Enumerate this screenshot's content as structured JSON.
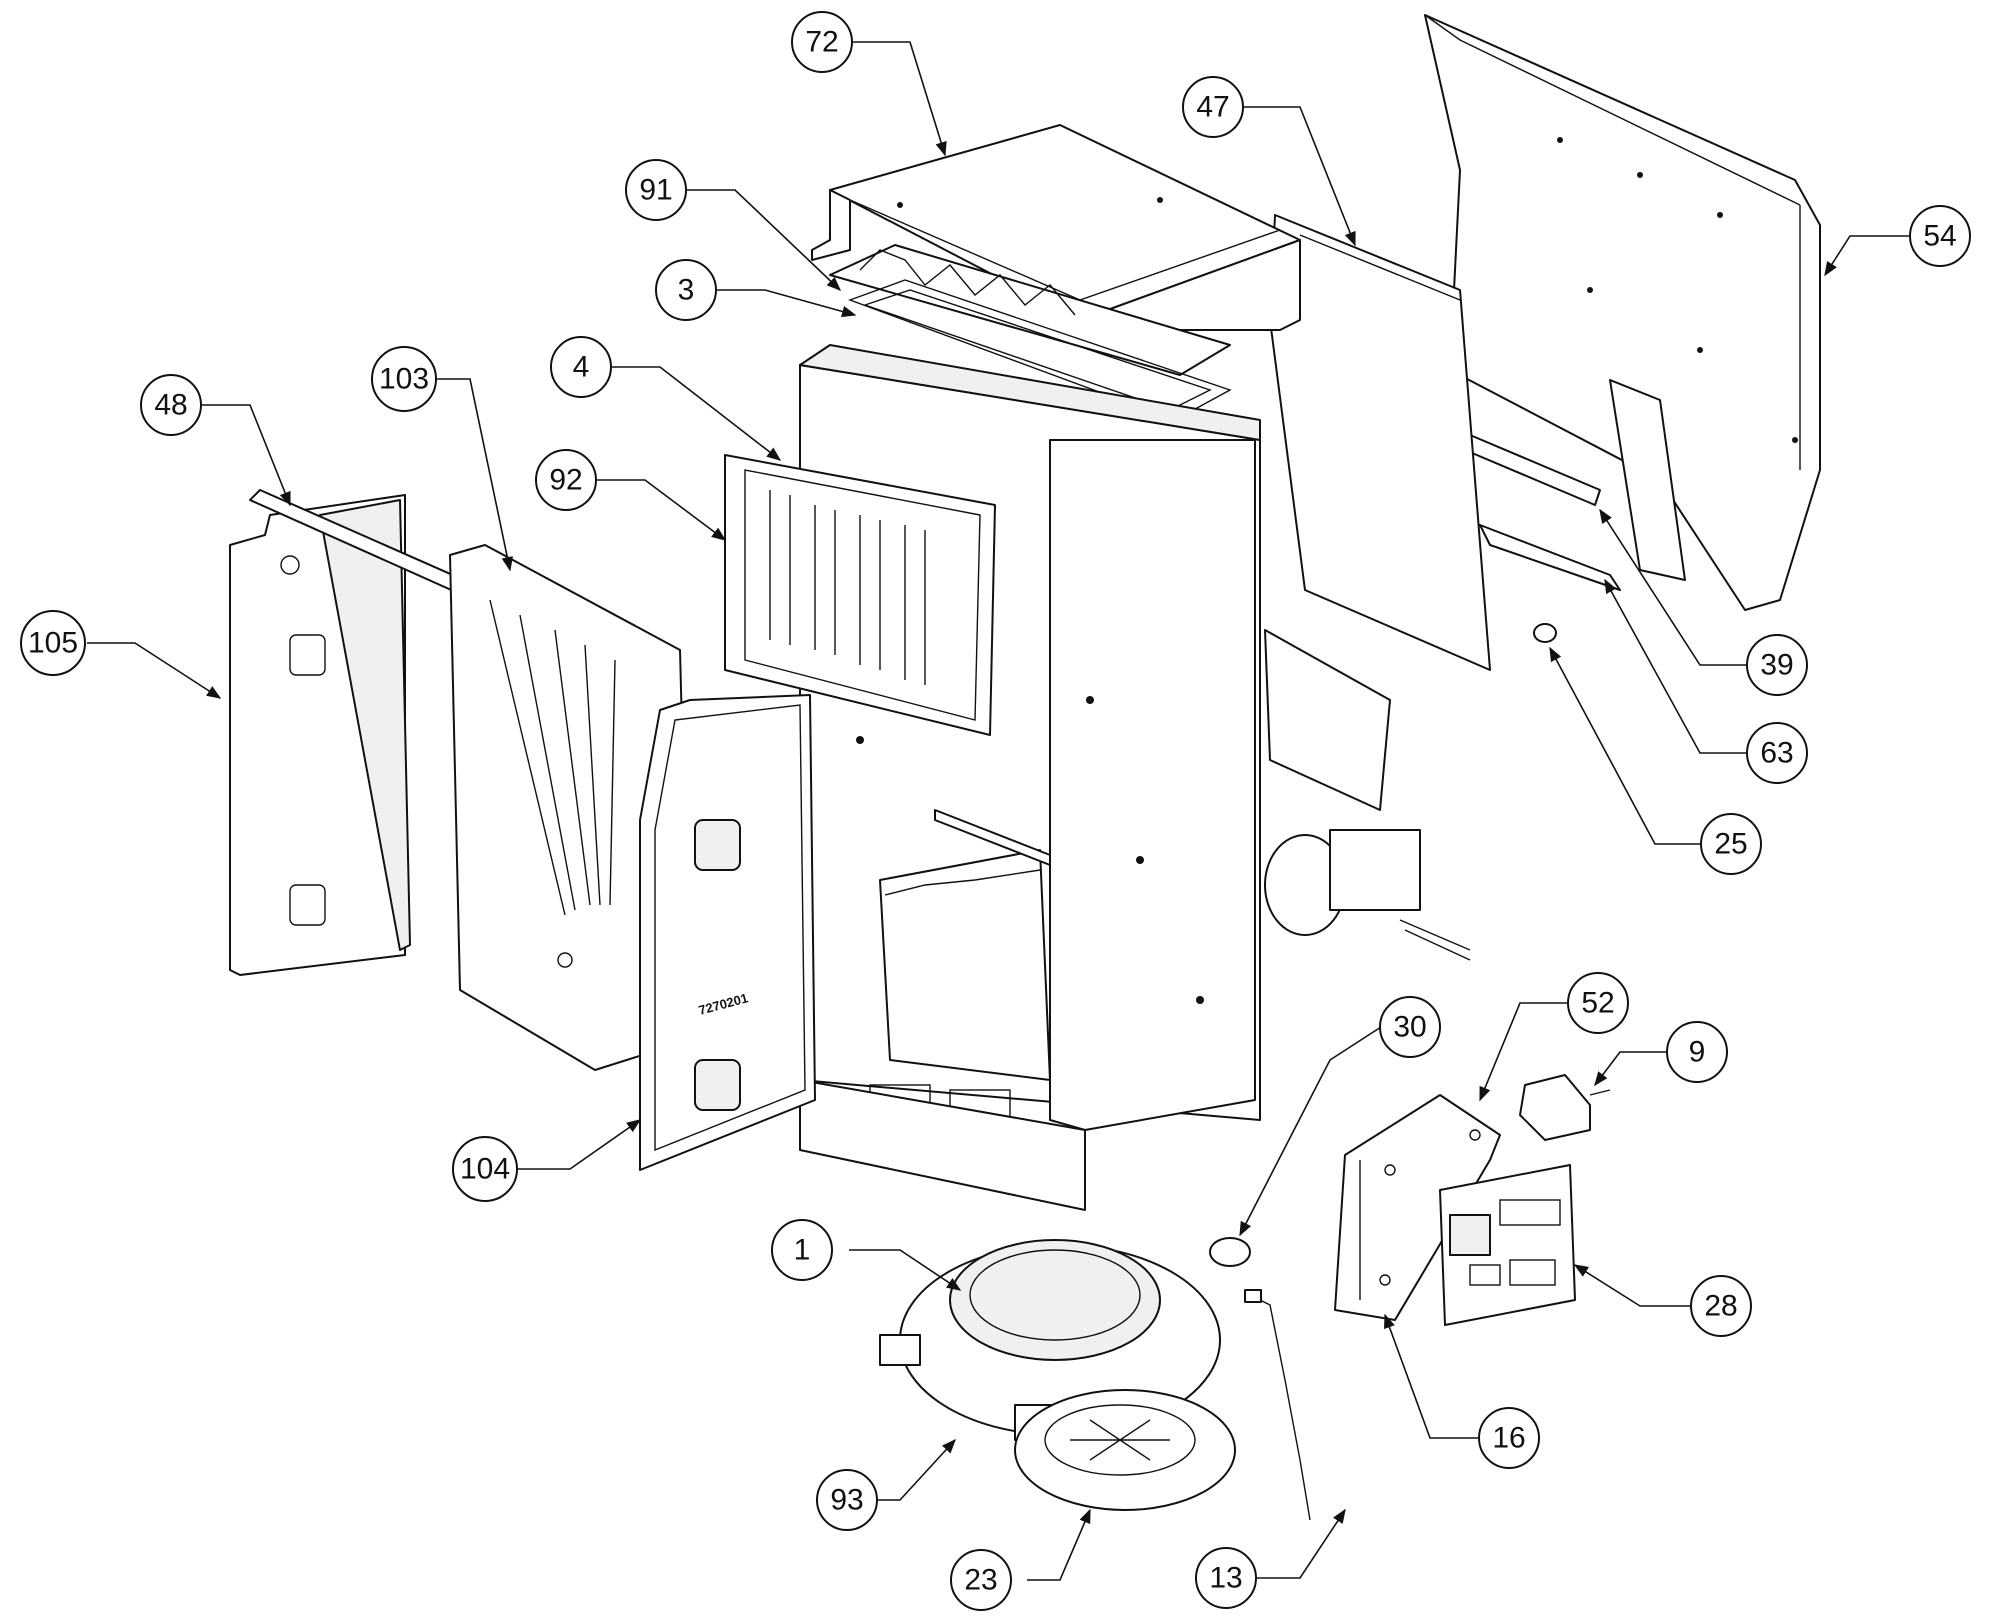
{
  "colors": {
    "line": "#111111",
    "fill": "#ffffff",
    "shade": "#f0f0f0"
  },
  "part_stamp": "7270201",
  "callouts": [
    {
      "id": "72",
      "label": "72"
    },
    {
      "id": "47",
      "label": "47"
    },
    {
      "id": "91",
      "label": "91"
    },
    {
      "id": "54",
      "label": "54"
    },
    {
      "id": "3",
      "label": "3"
    },
    {
      "id": "4",
      "label": "4"
    },
    {
      "id": "48",
      "label": "48"
    },
    {
      "id": "103",
      "label": "103"
    },
    {
      "id": "92",
      "label": "92"
    },
    {
      "id": "105",
      "label": "105"
    },
    {
      "id": "39",
      "label": "39"
    },
    {
      "id": "63",
      "label": "63"
    },
    {
      "id": "25",
      "label": "25"
    },
    {
      "id": "52",
      "label": "52"
    },
    {
      "id": "30",
      "label": "30"
    },
    {
      "id": "9",
      "label": "9"
    },
    {
      "id": "104",
      "label": "104"
    },
    {
      "id": "28",
      "label": "28"
    },
    {
      "id": "1",
      "label": "1"
    },
    {
      "id": "16",
      "label": "16"
    },
    {
      "id": "93",
      "label": "93"
    },
    {
      "id": "23",
      "label": "23"
    },
    {
      "id": "13",
      "label": "13"
    }
  ]
}
